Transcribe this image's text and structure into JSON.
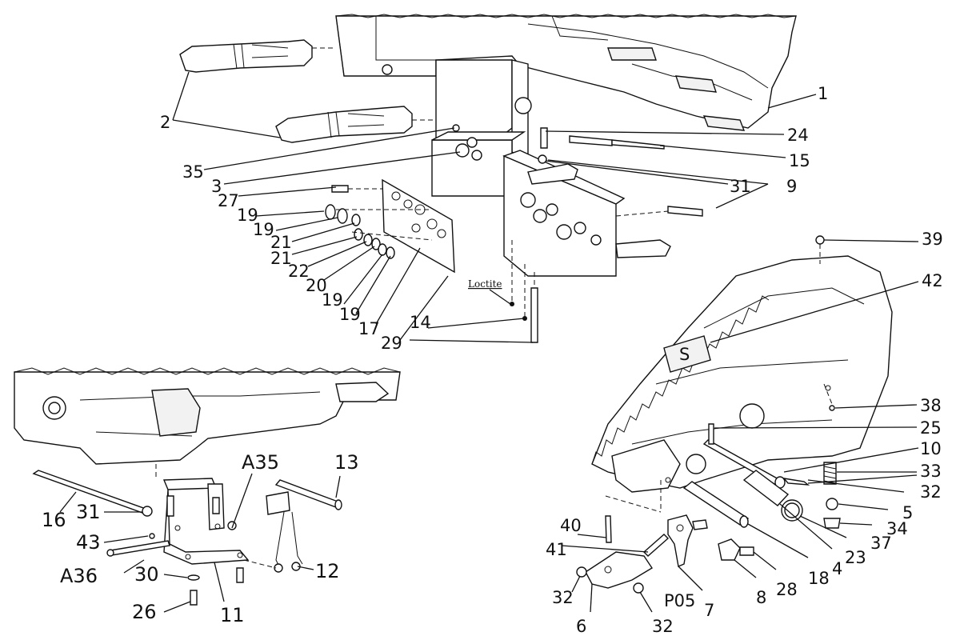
{
  "labels": {
    "l1": "1",
    "l2": "2",
    "l3": "3",
    "l4": "4",
    "l5": "5",
    "l6": "6",
    "l7": "7",
    "l8": "8",
    "l9": "9",
    "l10": "10",
    "l11": "11",
    "l12": "12",
    "l13": "13",
    "l14": "14",
    "l15": "15",
    "l16": "16",
    "l17": "17",
    "l18": "18",
    "l19a": "19",
    "l19b": "19",
    "l19c": "19",
    "l19d": "19",
    "l20": "20",
    "l21a": "21",
    "l21b": "21",
    "l22": "22",
    "l23": "23",
    "l24": "24",
    "l25": "25",
    "l26": "26",
    "l27": "27",
    "l28": "28",
    "l29": "29",
    "l30": "30",
    "l31a": "31",
    "l31b": "31",
    "l32a": "32",
    "l32b": "32",
    "l32c": "32",
    "l33": "33",
    "l34": "34",
    "l35": "35",
    "l37": "37",
    "l38": "38",
    "l39": "39",
    "l40": "40",
    "l41": "41",
    "l42": "42",
    "l43": "43",
    "lA35": "A35",
    "lA36": "A36",
    "lP05": "P05",
    "loctite": "Loctite"
  },
  "logo_letter": "S"
}
